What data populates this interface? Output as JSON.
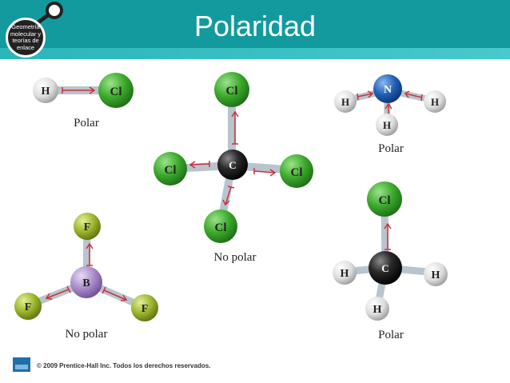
{
  "header": {
    "title": "Polaridad",
    "badge_text": "Geometría molecular y teorías de enlace"
  },
  "molecules": {
    "hcl": {
      "atoms": [
        "H",
        "Cl"
      ],
      "caption": "Polar"
    },
    "ccl4": {
      "center": "C",
      "ligands": [
        "Cl",
        "Cl",
        "Cl",
        "Cl"
      ],
      "caption": "No polar"
    },
    "nh3": {
      "center": "N",
      "ligands": [
        "H",
        "H",
        "H"
      ],
      "caption": "Polar"
    },
    "bf3": {
      "center": "B",
      "ligands": [
        "F",
        "F",
        "F"
      ],
      "caption": "No polar"
    },
    "ch3cl": {
      "center": "C",
      "ligands": [
        "Cl",
        "H",
        "H",
        "H"
      ],
      "caption": "Polar"
    }
  },
  "footer": {
    "copyright": "© 2009 Prentice-Hall Inc.  Todos los derechos reservados."
  },
  "colors": {
    "header": "#139a9e",
    "chlorine": "#3aa82a",
    "carbon": "#1c1c1c",
    "nitrogen": "#1f5fb5",
    "hydrogen": "#dcdcdc",
    "boron": "#a98ac9",
    "fluorine": "#9bb52c",
    "dipole_arrow": "#c8323c"
  }
}
